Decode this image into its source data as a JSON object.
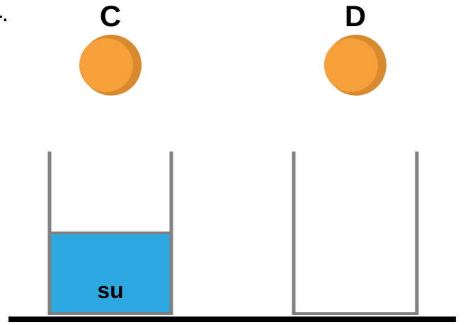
{
  "labels": {
    "left": "C",
    "right": "D",
    "corner_mark": "-."
  },
  "liquid": {
    "label": "su"
  },
  "colors": {
    "ball": "#f5a03a",
    "ball_shade": "#d98a2e",
    "liquid": "#2ea8e0",
    "container_wall": "#808080",
    "ground": "#000000"
  }
}
